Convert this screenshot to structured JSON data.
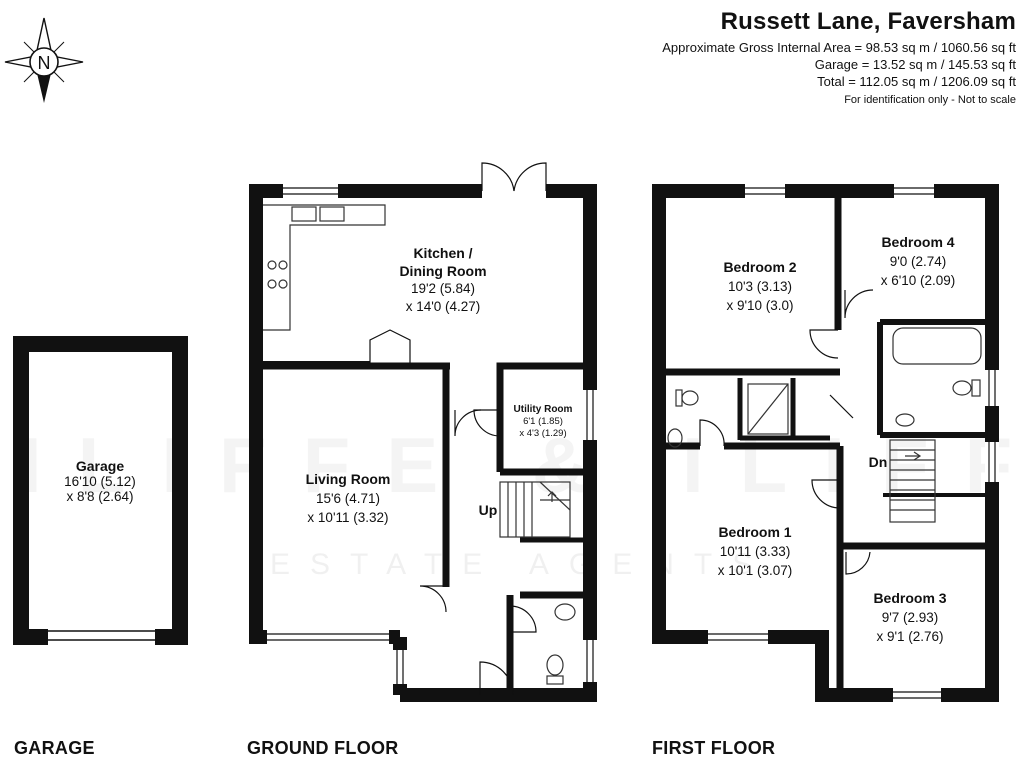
{
  "header": {
    "title": "Russett Lane, Faversham",
    "area_lines": [
      "Approximate Gross Internal Area = 98.53 sq m / 1060.56 sq ft",
      "Garage = 13.52 sq m / 145.53 sq ft",
      "Total = 112.05 sq m / 1206.09 sq ft"
    ],
    "disclaimer": "For identification only - Not to scale"
  },
  "compass": {
    "letter": "N",
    "icon": "compass-rose-icon"
  },
  "watermark": {
    "top": "ILIFFE & ILIFFE",
    "bottom": "ESTATE AGENTS"
  },
  "floors": {
    "garage": "GARAGE",
    "ground": "GROUND FLOOR",
    "first": "FIRST FLOOR"
  },
  "rooms": {
    "garage": {
      "name": "Garage",
      "dim1": "16'10 (5.12)",
      "dim2": "x 8'8 (2.64)"
    },
    "kitchen": {
      "name1": "Kitchen /",
      "name2": "Dining Room",
      "dim1": "19'2 (5.84)",
      "dim2": "x 14'0 (4.27)"
    },
    "living": {
      "name": "Living Room",
      "dim1": "15'6 (4.71)",
      "dim2": "x 10'11 (3.32)"
    },
    "utility": {
      "name": "Utility Room",
      "dim1": "6'1 (1.85)",
      "dim2": "x 4'3 (1.29)"
    },
    "bedroom1": {
      "name": "Bedroom 1",
      "dim1": "10'11 (3.33)",
      "dim2": "x 10'1 (3.07)"
    },
    "bedroom2": {
      "name": "Bedroom 2",
      "dim1": "10'3 (3.13)",
      "dim2": "x 9'10 (3.0)"
    },
    "bedroom3": {
      "name": "Bedroom 3",
      "dim1": "9'7 (2.93)",
      "dim2": "x 9'1 (2.76)"
    },
    "bedroom4": {
      "name": "Bedroom 4",
      "dim1": "9'0 (2.74)",
      "dim2": "x 6'10 (2.09)"
    }
  },
  "stairs": {
    "up": "Up",
    "down": "Dn"
  },
  "colors": {
    "wall": "#111111",
    "fixture": "#333333",
    "window": "#ffffff"
  }
}
